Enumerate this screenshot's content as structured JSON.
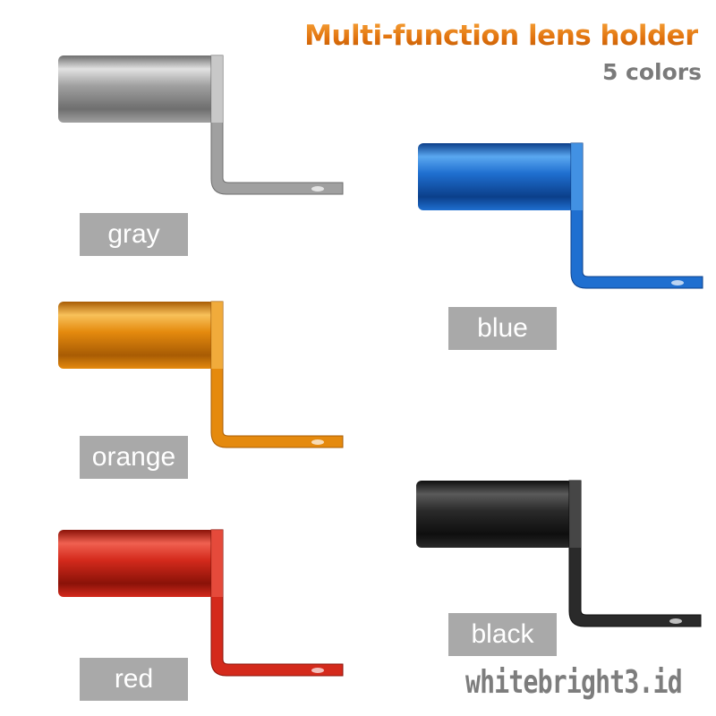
{
  "header": {
    "title": "Multi-function lens holder",
    "subtitle": "5 colors"
  },
  "products": [
    {
      "id": "gray",
      "label": "gray",
      "color": "#a0a0a0",
      "light": "#e2e2e2",
      "dark": "#6e6e6e"
    },
    {
      "id": "blue",
      "label": "blue",
      "color": "#1f6fd0",
      "light": "#5aa8f0",
      "dark": "#0b3f8a"
    },
    {
      "id": "orange",
      "label": "orange",
      "color": "#e58a0e",
      "light": "#f8c15a",
      "dark": "#a85c04"
    },
    {
      "id": "red",
      "label": "red",
      "color": "#d42a1c",
      "light": "#f06050",
      "dark": "#8a1208"
    },
    {
      "id": "black",
      "label": "black",
      "color": "#2a2a2a",
      "light": "#5a5a5a",
      "dark": "#0e0e0e"
    }
  ],
  "watermark": "whitebright3.id"
}
